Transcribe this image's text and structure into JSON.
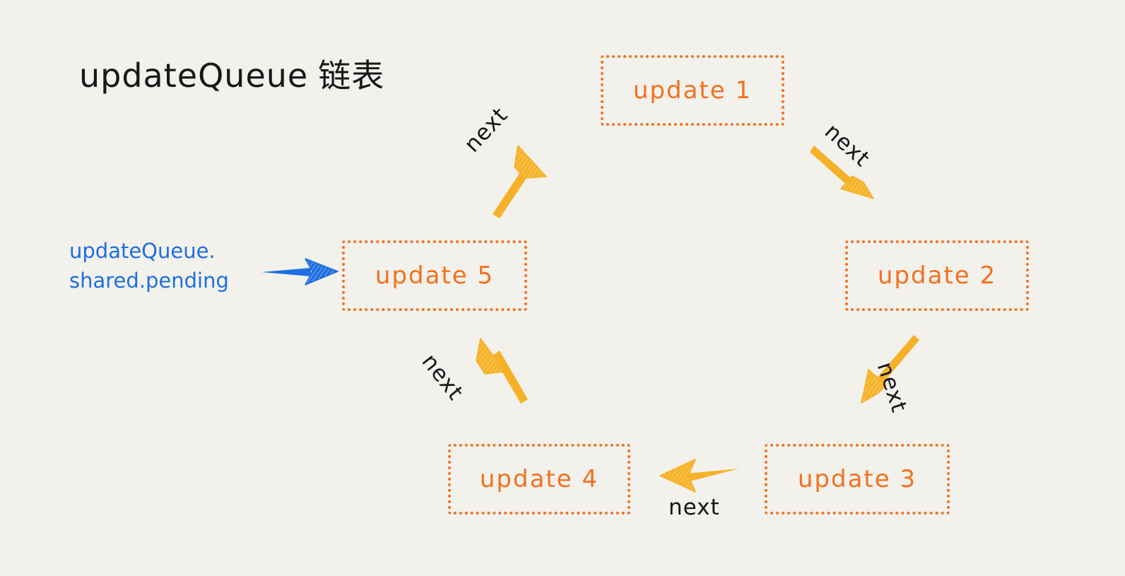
{
  "diagram": {
    "title_main": "updateQueue",
    "title_cjk": "链表",
    "background_color": "#F2F1EC",
    "node_color": "#F2711C",
    "arrow_color": "#F5B229",
    "pointer_color": "#1E6FE0",
    "text_color": "#16161A"
  },
  "pointer": {
    "line1": "updateQueue.",
    "line2": "shared.pending",
    "arrow_name": "blue-pointer-arrow"
  },
  "nodes": [
    {
      "id": "update-1",
      "label": "update 1"
    },
    {
      "id": "update-2",
      "label": "update 2"
    },
    {
      "id": "update-3",
      "label": "update 3"
    },
    {
      "id": "update-4",
      "label": "update 4"
    },
    {
      "id": "update-5",
      "label": "update 5"
    }
  ],
  "edges": [
    {
      "id": "edge-5-to-1",
      "label": "next",
      "from": "update 5",
      "to": "update 1",
      "direction": "up-right"
    },
    {
      "id": "edge-1-to-2",
      "label": "next",
      "from": "update 1",
      "to": "update 2",
      "direction": "down-right"
    },
    {
      "id": "edge-2-to-3",
      "label": "next",
      "from": "update 2",
      "to": "update 3",
      "direction": "down-left"
    },
    {
      "id": "edge-3-to-4",
      "label": "next",
      "from": "update 3",
      "to": "update 4",
      "direction": "left"
    },
    {
      "id": "edge-4-to-5",
      "label": "next",
      "from": "update 4",
      "to": "update 5",
      "direction": "up-left"
    }
  ]
}
